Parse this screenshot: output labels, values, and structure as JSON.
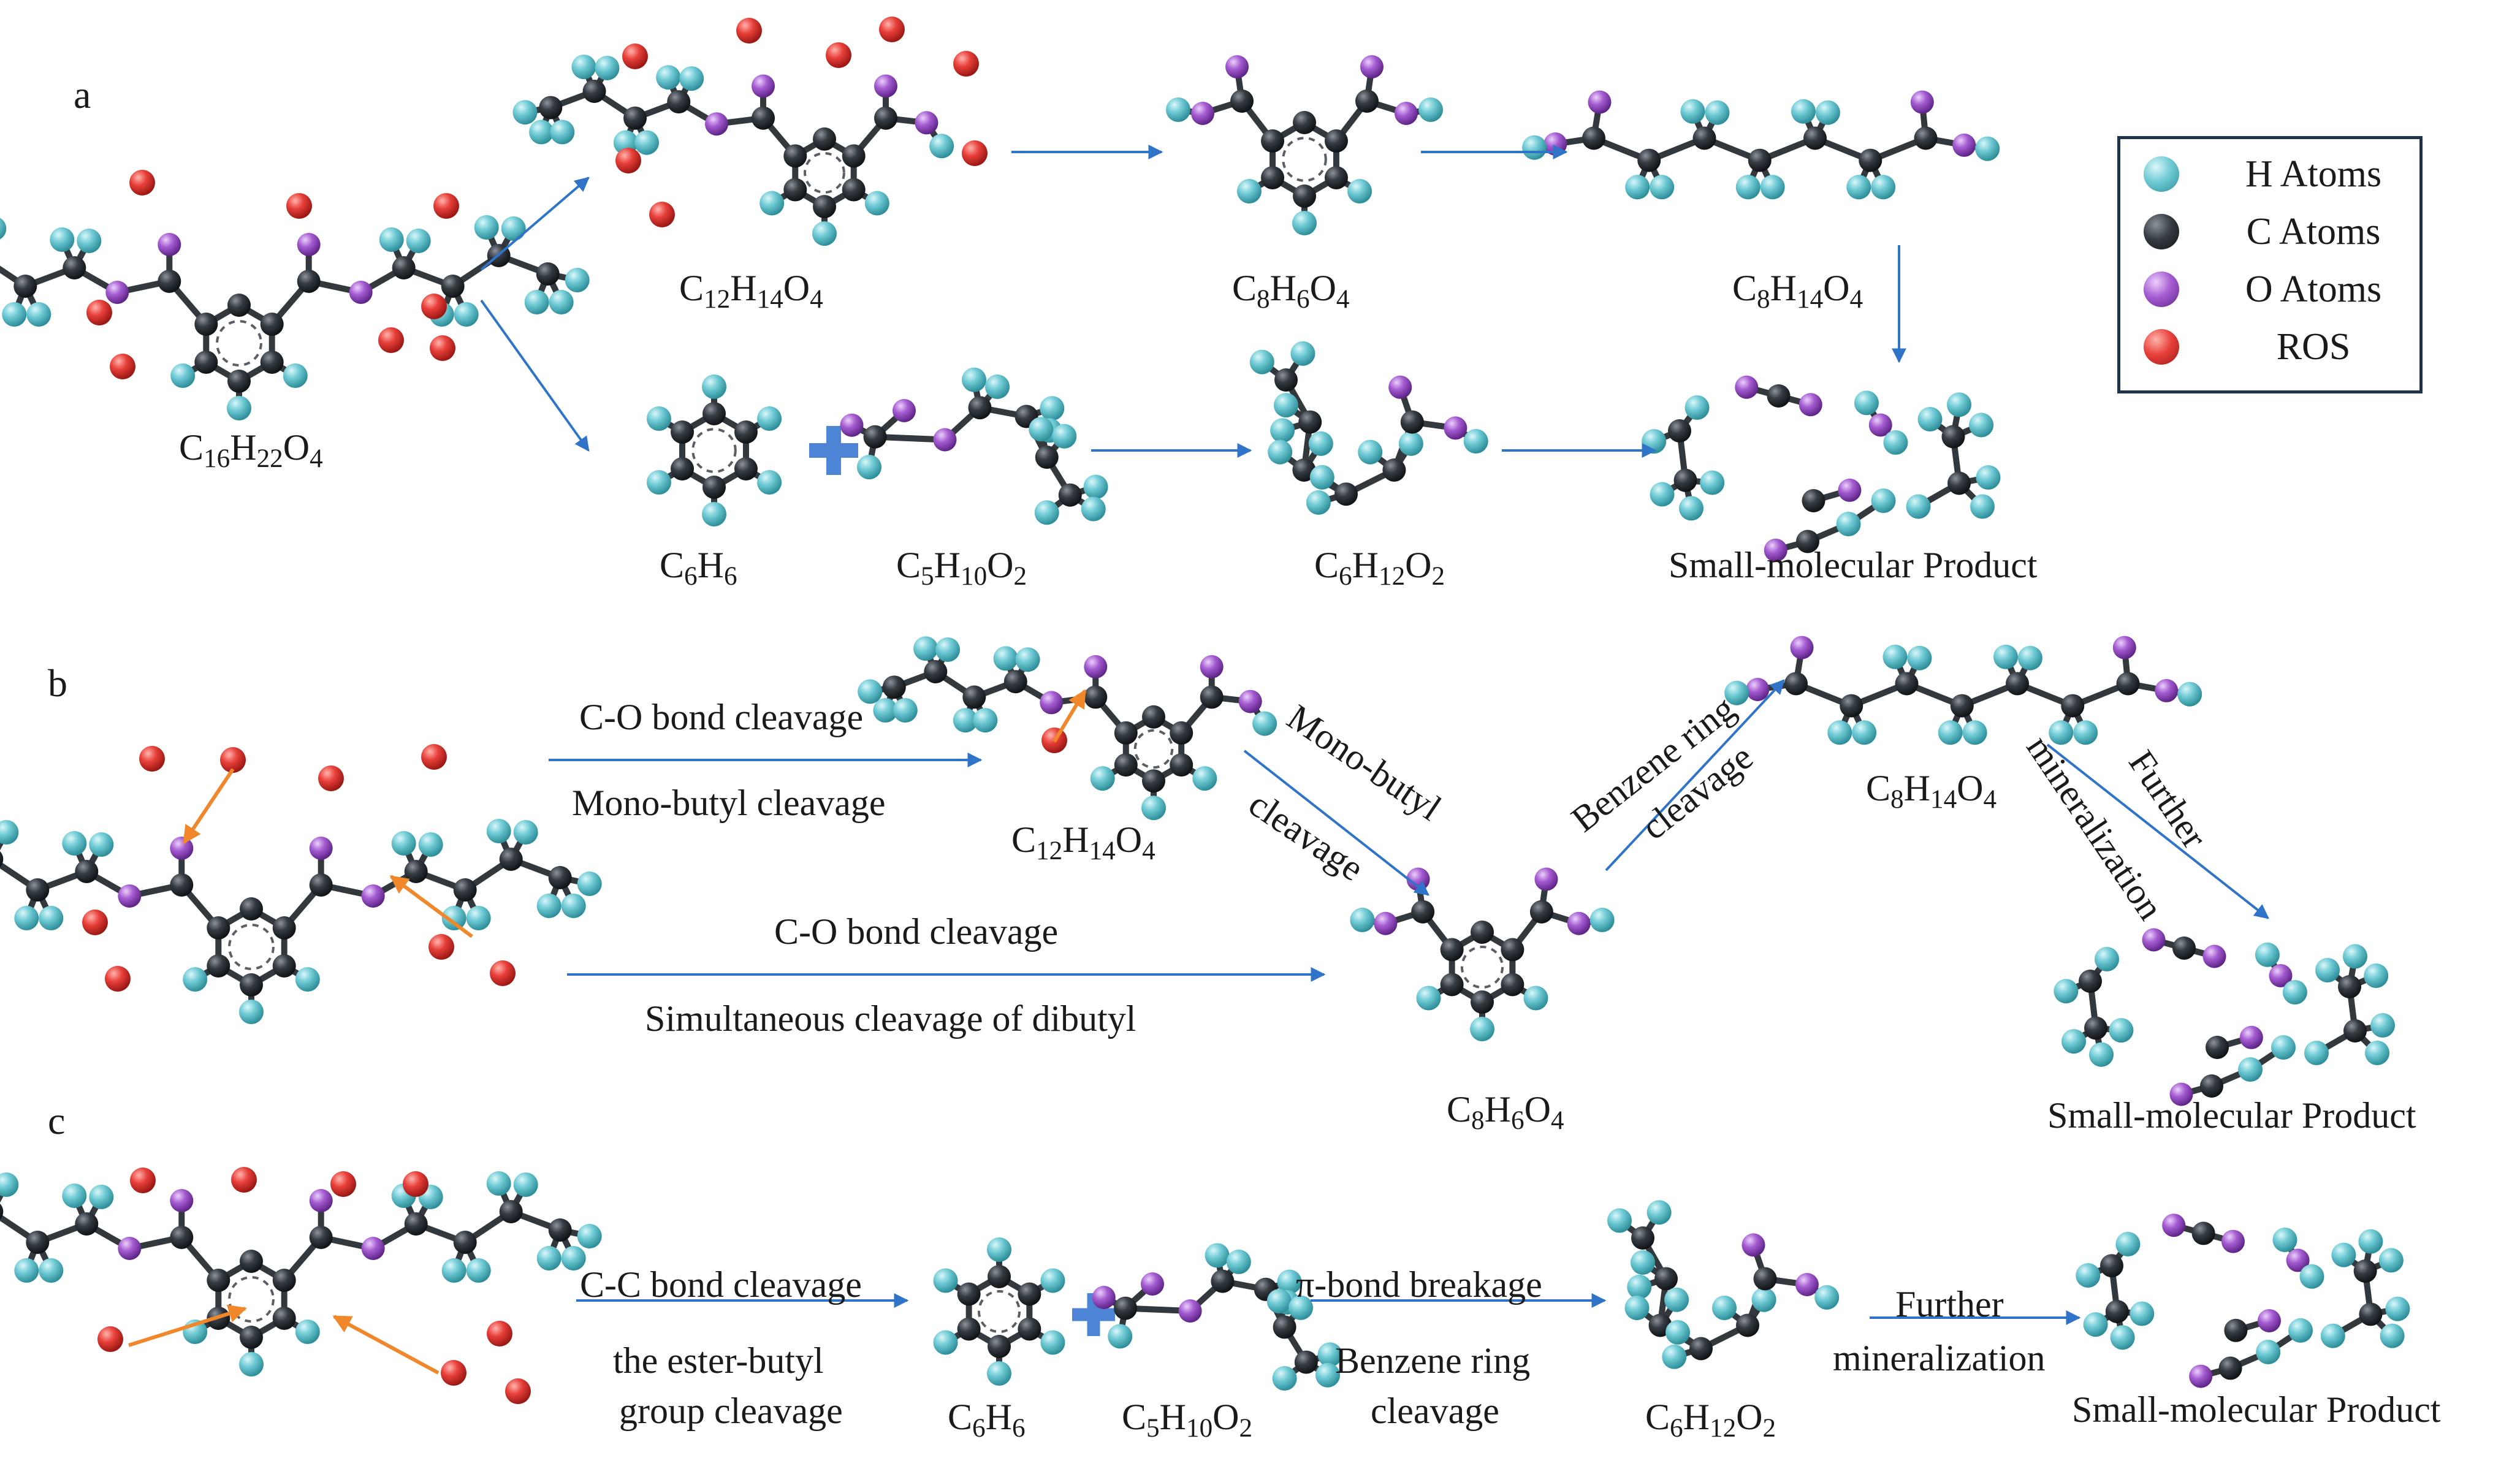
{
  "panels": {
    "a": "a",
    "b": "b",
    "c": "c"
  },
  "legend": {
    "items": [
      {
        "label": "H Atoms",
        "color": "#5ec3cf"
      },
      {
        "label": "C Atoms",
        "color": "#2a2f35"
      },
      {
        "label": "O Atoms",
        "color": "#a455cf"
      },
      {
        "label": "ROS",
        "color": "#e4403b"
      }
    ]
  },
  "colors": {
    "arrow": "#2f74c9",
    "ros_arrow": "#f0872a",
    "plus": "#4e84d6",
    "bond": "#33383d"
  },
  "panel_a": {
    "reactant": {
      "m1": "C",
      "s1": "16",
      "m2": "H",
      "s2": "22",
      "m3": "O",
      "s3": "4"
    },
    "top1": {
      "m1": "C",
      "s1": "12",
      "m2": "H",
      "s2": "14",
      "m3": "O",
      "s3": "4"
    },
    "top2": {
      "m1": "C",
      "s1": "8",
      "m2": "H",
      "s2": "6",
      "m3": "O",
      "s3": "4"
    },
    "top3": {
      "m1": "C",
      "s1": "8",
      "m2": "H",
      "s2": "14",
      "m3": "O",
      "s3": "4"
    },
    "bot1": {
      "m1": "C",
      "s1": "6",
      "m2": "H",
      "s2": "6"
    },
    "bot2": {
      "m1": "C",
      "s1": "5",
      "m2": "H",
      "s2": "10",
      "m3": "O",
      "s3": "2"
    },
    "bot3": {
      "m1": "C",
      "s1": "6",
      "m2": "H",
      "s2": "12",
      "m3": "O",
      "s3": "2"
    },
    "product": "Small-molecular Product"
  },
  "panel_b": {
    "upper_above": "C-O bond cleavage",
    "upper_below": "Mono-butyl cleavage",
    "lower_above": "C-O bond cleavage",
    "lower_below": "Simultaneous cleavage of dibutyl",
    "inter1": {
      "m1": "C",
      "s1": "12",
      "m2": "H",
      "s2": "14",
      "m3": "O",
      "s3": "4"
    },
    "diag1_a": "Mono-butyl",
    "diag1_b": "cleavage",
    "inter2": {
      "m1": "C",
      "s1": "8",
      "m2": "H",
      "s2": "6",
      "m3": "O",
      "s3": "4"
    },
    "diag2_a": "Benzene ring",
    "diag2_b": "cleavage",
    "inter3": {
      "m1": "C",
      "s1": "8",
      "m2": "H",
      "s2": "14",
      "m3": "O",
      "s3": "4"
    },
    "diag3_a": "Further",
    "diag3_b": "mineralization",
    "product": "Small-molecular Product"
  },
  "panel_c": {
    "step1_above": "C-C bond cleavage",
    "step1_below_1": "the ester-butyl",
    "step1_below_2": "group cleavage",
    "m1": {
      "m1": "C",
      "s1": "6",
      "m2": "H",
      "s2": "6"
    },
    "m2": {
      "m1": "C",
      "s1": "5",
      "m2": "H",
      "s2": "10",
      "m3": "O",
      "s3": "2"
    },
    "step2_above": "π-bond breakage",
    "step2_below_1": "Benzene ring",
    "step2_below_2": "cleavage",
    "m3": {
      "m1": "C",
      "s1": "6",
      "m2": "H",
      "s2": "12",
      "m3": "O",
      "s3": "2"
    },
    "step3_above": "Further",
    "step3_below": "mineralization",
    "product": "Small-molecular Product"
  }
}
